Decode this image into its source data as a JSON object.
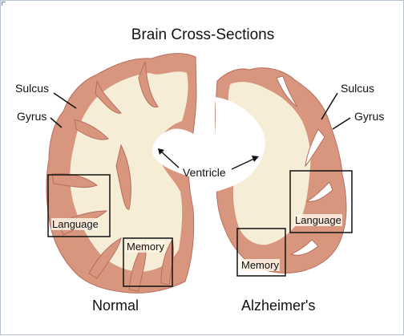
{
  "diagram": {
    "title": "Brain Cross-Sections",
    "left": {
      "caption": "Normal",
      "sulcus_label": "Sulcus",
      "gyrus_label": "Gyrus",
      "language_label": "Language",
      "memory_label": "Memory"
    },
    "right": {
      "caption": "Alzheimer's",
      "sulcus_label": "Sulcus",
      "gyrus_label": "Gyrus",
      "language_label": "Language",
      "memory_label": "Memory"
    },
    "ventricle_label": "Ventricle",
    "colors": {
      "cortex": "#d9967f",
      "cortex_dark": "#b86e5c",
      "white_matter": "#f6edd6",
      "outline": "#111111"
    }
  }
}
